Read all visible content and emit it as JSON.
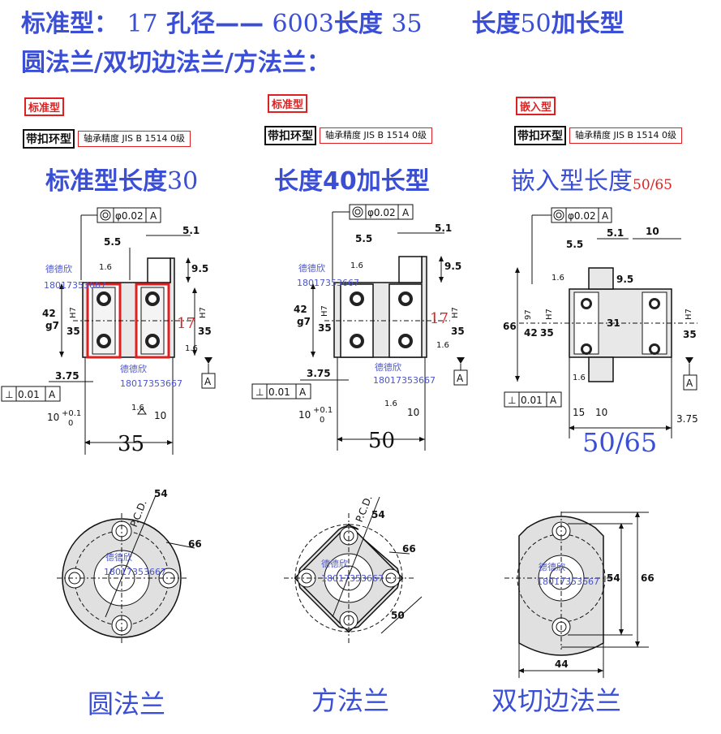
{
  "header": {
    "line1_a": "标准型：",
    "line1_b": "17",
    "line1_c": "孔径——",
    "line1_d": "6003",
    "line1_e": "长度",
    "line1_f": "35",
    "line1_g": "长度",
    "line1_h": "50",
    "line1_i": "加长型",
    "line2": "圆法兰/双切边法兰/方法兰："
  },
  "spec": {
    "key": "带扣环型",
    "value": "轴承精度  JIS  B  1514 0级"
  },
  "panels": [
    {
      "tag": "标准型",
      "title_a": "标准型长度",
      "title_b": "30",
      "bottom": "35"
    },
    {
      "tag": "标准型",
      "title_a": "长度",
      "title_b": "40",
      "title_c": "加长型",
      "bottom": "50"
    },
    {
      "tag": "嵌入型",
      "title_a": "嵌入型长度",
      "title_b": "50/65",
      "bottom": "50/65"
    }
  ],
  "dims": {
    "conc": "φ0.02",
    "datum": "A",
    "perp": "⊥",
    "perp_val": "0.01",
    "d51": "5.1",
    "d55": "5.5",
    "d95": "9.5",
    "d16": "1.6",
    "d42": "42",
    "g7": "g7",
    "d35": "35",
    "h7": "H7",
    "d17": "17",
    "d375": "3.75",
    "d10": "10",
    "tol": "+0.1",
    "tol0": "0",
    "d66": "66",
    "d97": "97",
    "d31": "31",
    "d15": "15",
    "d54": "54",
    "pcd": "P.C.D.",
    "d50": "50",
    "d44": "44"
  },
  "watermark": {
    "name": "德德欣",
    "phone": "18017353667"
  },
  "captions": {
    "round": "圆法兰",
    "square": "方法兰",
    "double": "双切边法兰"
  }
}
